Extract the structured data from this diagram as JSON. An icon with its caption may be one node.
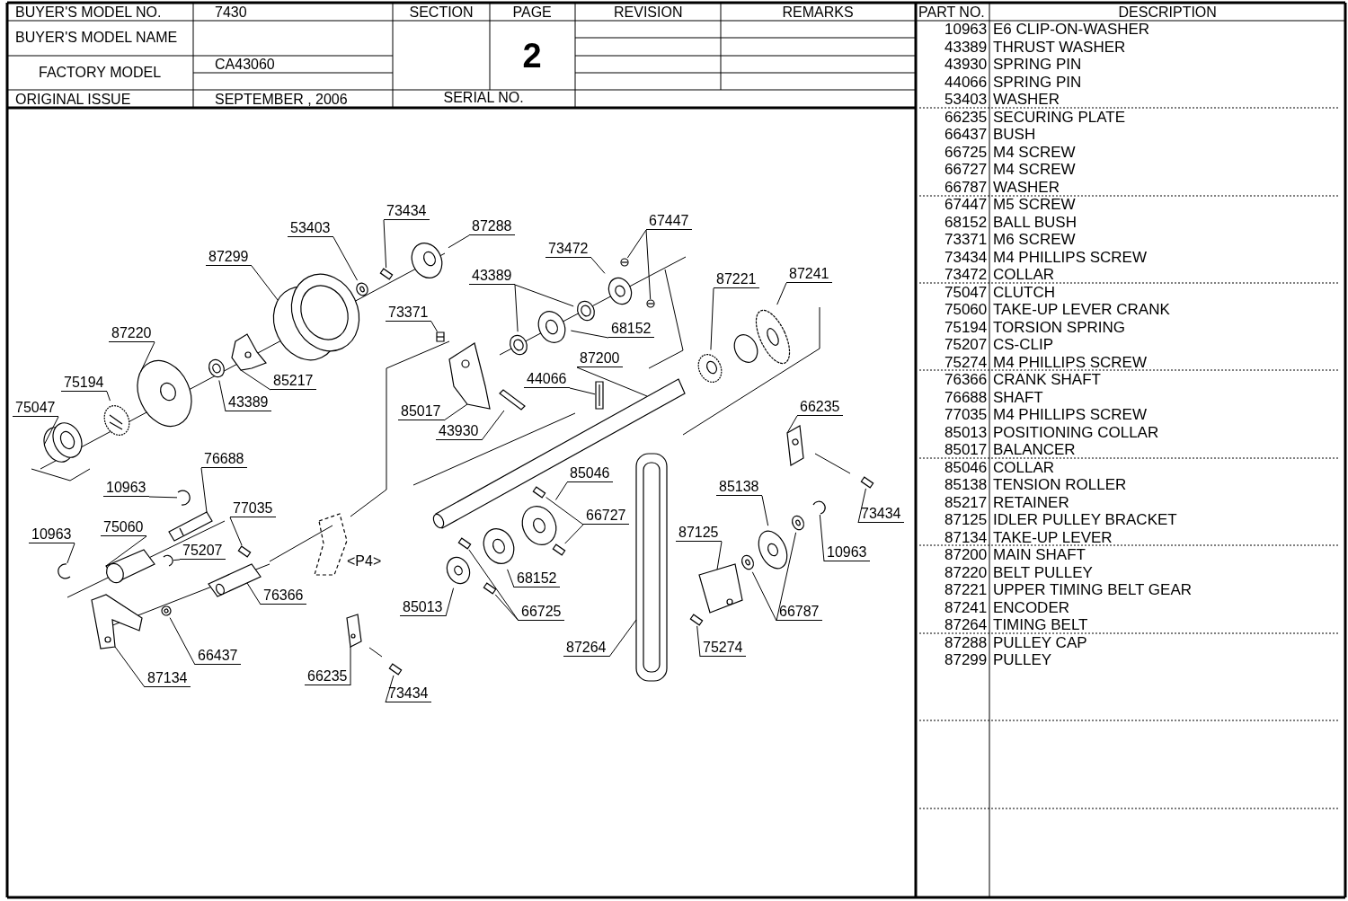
{
  "diagram": {
    "nodes": [
      {
        "text": [
          "73434"
        ]
      },
      {
        "text": [
          "87288"
        ]
      },
      {
        "text": [
          "53403"
        ]
      },
      {
        "text": [
          "67447"
        ]
      },
      {
        "text": [
          "87299"
        ]
      },
      {
        "text": [
          "73472"
        ]
      },
      {
        "text": [
          "43389"
        ]
      },
      {
        "text": [
          "87221"
        ]
      },
      {
        "text": [
          "87241"
        ]
      },
      {
        "text": [
          "73371"
        ]
      },
      {
        "text": [
          "68152"
        ]
      },
      {
        "text": [
          "87220"
        ]
      },
      {
        "text": [
          "87200"
        ]
      },
      {
        "text": [
          "75194"
        ]
      },
      {
        "text": [
          "85217"
        ]
      },
      {
        "text": [
          "44066"
        ]
      },
      {
        "text": [
          "43389"
        ]
      },
      {
        "text": [
          "75047"
        ]
      },
      {
        "text": [
          "85017"
        ]
      },
      {
        "text": [
          "66235"
        ]
      },
      {
        "text": [
          "43930"
        ]
      },
      {
        "text": [
          "76688"
        ]
      },
      {
        "text": [
          "85046"
        ]
      },
      {
        "text": [
          "10963"
        ]
      },
      {
        "text": [
          "85138"
        ]
      },
      {
        "text": [
          "77035"
        ]
      },
      {
        "text": [
          "66727"
        ]
      },
      {
        "text": [
          "73434"
        ]
      },
      {
        "text": [
          "75060"
        ]
      },
      {
        "text": [
          "10963"
        ]
      },
      {
        "text": [
          "87125"
        ]
      },
      {
        "text": [
          "75207"
        ]
      },
      {
        "text": [
          "10963"
        ]
      },
      {
        "text": [
          "68152"
        ]
      },
      {
        "text": [
          "76366"
        ]
      },
      {
        "text": [
          "85013"
        ]
      },
      {
        "text": [
          "66725"
        ]
      },
      {
        "text": [
          "66787"
        ]
      },
      {
        "text": [
          "87264"
        ]
      },
      {
        "text": [
          "75274"
        ]
      },
      {
        "text": [
          "66437"
        ]
      },
      {
        "text": [
          "66235"
        ]
      },
      {
        "text": [
          "87134"
        ]
      },
      {
        "text": [
          "73434"
        ]
      },
      {
        "text": [],
        "shape": "picture"
      },
      {
        "text": [],
        "shape": "picture"
      },
      {
        "text": [],
        "shape": "picture"
      },
      {
        "text": [],
        "shape": "picture"
      },
      {
        "text": [],
        "shape": "picture"
      },
      {
        "text": [],
        "shape": "picture"
      },
      {
        "text": [],
        "shape": "picture"
      },
      {
        "text": [],
        "shape": "picture"
      },
      {
        "text": [],
        "shape": "picture"
      },
      {
        "text": [],
        "shape": "picture"
      },
      {
        "text": [],
        "shape": "picture"
      },
      {
        "text": [],
        "shape": "picture"
      },
      {
        "text": [],
        "shape": "picture"
      },
      {
        "text": [],
        "shape": "picture"
      },
      {
        "text": [],
        "shape": "picture"
      },
      {
        "text": [],
        "shape": "picture"
      },
      {
        "text": [],
        "shape": "picture"
      },
      {
        "text": [],
        "shape": "picture"
      },
      {
        "text": [],
        "shape": "picture"
      },
      {
        "text": [],
        "shape": "picture"
      },
      {
        "text": [],
        "shape": "picture"
      },
      {
        "text": [],
        "shape": "picture"
      },
      {
        "text": [],
        "shape": "picture"
      },
      {
        "text": [],
        "shape": "picture"
      },
      {
        "text": [],
        "shape": "picture"
      },
      {
        "text": [],
        "shape": "picture"
      },
      {
        "text": [],
        "shape": "picture"
      },
      {
        "text": [],
        "shape": "picture"
      },
      {
        "text": [],
        "shape": "picture"
      },
      {
        "text": [],
        "shape": "picture"
      },
      {
        "text": [],
        "shape": "picture"
      },
      {
        "text": [],
        "shape": "picture"
      },
      {
        "text": [],
        "shape": "picture"
      },
      {
        "text": [],
        "shape": "picture"
      },
      {
        "text": [],
        "shape": "picture"
      },
      {
        "text": [],
        "shape": "picture"
      },
      {
        "text": [],
        "shape": "picture"
      },
      {
        "text": [],
        "shape": "picture"
      },
      {
        "text": [],
        "shape": "picture"
      },
      {
        "text": [],
        "shape": "picture"
      },
      {
        "text": [],
        "shape": "picture"
      },
      {
        "text": [],
        "shape": "picture"
      },
      {
        "text": [],
        "shape": "picture"
      },
      {
        "text": [],
        "shape": "picture"
      },
      {
        "text": [],
        "shape": "picture"
      },
      {
        "text": [],
        "shape": "picture"
      },
      {
        "text": [],
        "shape": "picture"
      },
      {
        "text": [],
        "shape": "picture"
      },
      {
        "text": [],
        "shape": "picture"
      }
    ],
    "edges": [
      {
        "from": 0,
        "to": 44,
        "arrow": "none"
      },
      {
        "from": 1,
        "to": 45,
        "arrow": "none"
      },
      {
        "from": 2,
        "to": 46,
        "arrow": "none"
      },
      {
        "from": 3,
        "to": 47,
        "arrow": "none"
      },
      {
        "from": 3,
        "to": 48,
        "arrow": "none"
      },
      {
        "from": 4,
        "to": 49,
        "arrow": "none"
      },
      {
        "from": 5,
        "to": 50,
        "arrow": "none"
      },
      {
        "from": 6,
        "to": 51,
        "arrow": "none"
      },
      {
        "from": 6,
        "to": 52,
        "arrow": "none"
      },
      {
        "from": 7,
        "to": 53,
        "arrow": "none"
      },
      {
        "from": 8,
        "to": 54,
        "arrow": "none"
      },
      {
        "from": 9,
        "to": 55,
        "arrow": "none"
      },
      {
        "from": 10,
        "to": 56,
        "arrow": "none"
      },
      {
        "from": 11,
        "to": 57,
        "arrow": "none"
      },
      {
        "from": 12,
        "to": 58,
        "arrow": "none"
      },
      {
        "from": 13,
        "to": 59,
        "arrow": "none"
      },
      {
        "from": 14,
        "to": 60,
        "arrow": "none"
      },
      {
        "from": 15,
        "to": 61,
        "arrow": "none"
      },
      {
        "from": 16,
        "to": 62,
        "arrow": "none"
      },
      {
        "from": 17,
        "to": 63,
        "arrow": "none"
      },
      {
        "from": 18,
        "to": 64,
        "arrow": "none"
      },
      {
        "from": 19,
        "to": 65,
        "arrow": "none"
      },
      {
        "from": 20,
        "to": 66,
        "arrow": "none"
      },
      {
        "from": 21,
        "to": 67,
        "arrow": "none"
      },
      {
        "from": 22,
        "to": 68,
        "arrow": "none"
      },
      {
        "from": 23,
        "to": 69,
        "arrow": "none"
      },
      {
        "from": 24,
        "to": 70,
        "arrow": "none"
      },
      {
        "from": 25,
        "to": 71,
        "arrow": "none"
      },
      {
        "from": 26,
        "to": 72,
        "arrow": "none"
      },
      {
        "from": 26,
        "to": 73,
        "arrow": "none"
      },
      {
        "from": 27,
        "to": 74,
        "arrow": "none"
      },
      {
        "from": 28,
        "to": 75,
        "arrow": "none"
      },
      {
        "from": 29,
        "to": 76,
        "arrow": "none"
      },
      {
        "from": 30,
        "to": 77,
        "arrow": "none"
      },
      {
        "from": 31,
        "to": 78,
        "arrow": "none"
      },
      {
        "from": 32,
        "to": 79,
        "arrow": "none"
      },
      {
        "from": 33,
        "to": 80,
        "arrow": "none"
      },
      {
        "from": 34,
        "to": 81,
        "arrow": "none"
      },
      {
        "from": 35,
        "to": 82,
        "arrow": "none"
      },
      {
        "from": 36,
        "to": 83,
        "arrow": "none"
      },
      {
        "from": 36,
        "to": 84,
        "arrow": "none"
      },
      {
        "from": 37,
        "to": 85,
        "arrow": "none"
      },
      {
        "from": 37,
        "to": 86,
        "arrow": "none"
      },
      {
        "from": 38,
        "to": 87,
        "arrow": "none"
      },
      {
        "from": 39,
        "to": 88,
        "arrow": "none"
      },
      {
        "from": 40,
        "to": 89,
        "arrow": "none"
      },
      {
        "from": 41,
        "to": 90,
        "arrow": "none"
      },
      {
        "from": 42,
        "to": 91,
        "arrow": "none"
      },
      {
        "from": 43,
        "to": 92,
        "arrow": "none"
      }
    ],
    "labels": [
      "BUYER'S MODEL NO.",
      "7430",
      "SECTION",
      "PAGE",
      "REVISION",
      "REMARKS",
      "BUYER'S MODEL NAME",
      "2",
      "FACTORY MODEL",
      "CA43060",
      "ORIGINAL ISSUE",
      "SEPTEMBER , 2006",
      "SERIAL NO.",
      "PART NO.",
      "DESCRIPTION",
      "10963",
      "E6 CLIP-ON-WASHER",
      "43389",
      "THRUST WASHER",
      "43930",
      "SPRING PIN",
      "44066",
      "SPRING PIN",
      "53403",
      "WASHER",
      "66235",
      "SECURING PLATE",
      "66437",
      "BUSH",
      "66725",
      "M4 SCREW",
      "66727",
      "M4 SCREW",
      "66787",
      "WASHER",
      "67447",
      "M5 SCREW",
      "68152",
      "BALL BUSH",
      "73371",
      "M6 SCREW",
      "73434",
      "M4 PHILLIPS SCREW",
      "73472",
      "COLLAR",
      "75047",
      "CLUTCH",
      "75060",
      "TAKE-UP LEVER CRANK",
      "75194",
      "TORSION SPRING",
      "75207",
      "CS-CLIP",
      "75274",
      "M4 PHILLIPS SCREW",
      "76366",
      "CRANK SHAFT",
      "76688",
      "SHAFT",
      "77035",
      "M4 PHILLIPS SCREW",
      "85013",
      "POSITIONING COLLAR",
      "85017",
      "BALANCER",
      "85046",
      "COLLAR",
      "85138",
      "TENSION ROLLER",
      "85217",
      "RETAINER",
      "87125",
      "IDLER PULLEY BRACKET",
      "87134",
      "TAKE-UP LEVER",
      "87200",
      "MAIN SHAFT",
      "87220",
      "BELT PULLEY",
      "87221",
      "UPPER TIMING BELT GEAR",
      "87241",
      "ENCODER",
      "87264",
      "TIMING BELT",
      "87288",
      "PULLEY CAP",
      "87299",
      "PULLEY",
      "<P4>"
    ]
  }
}
